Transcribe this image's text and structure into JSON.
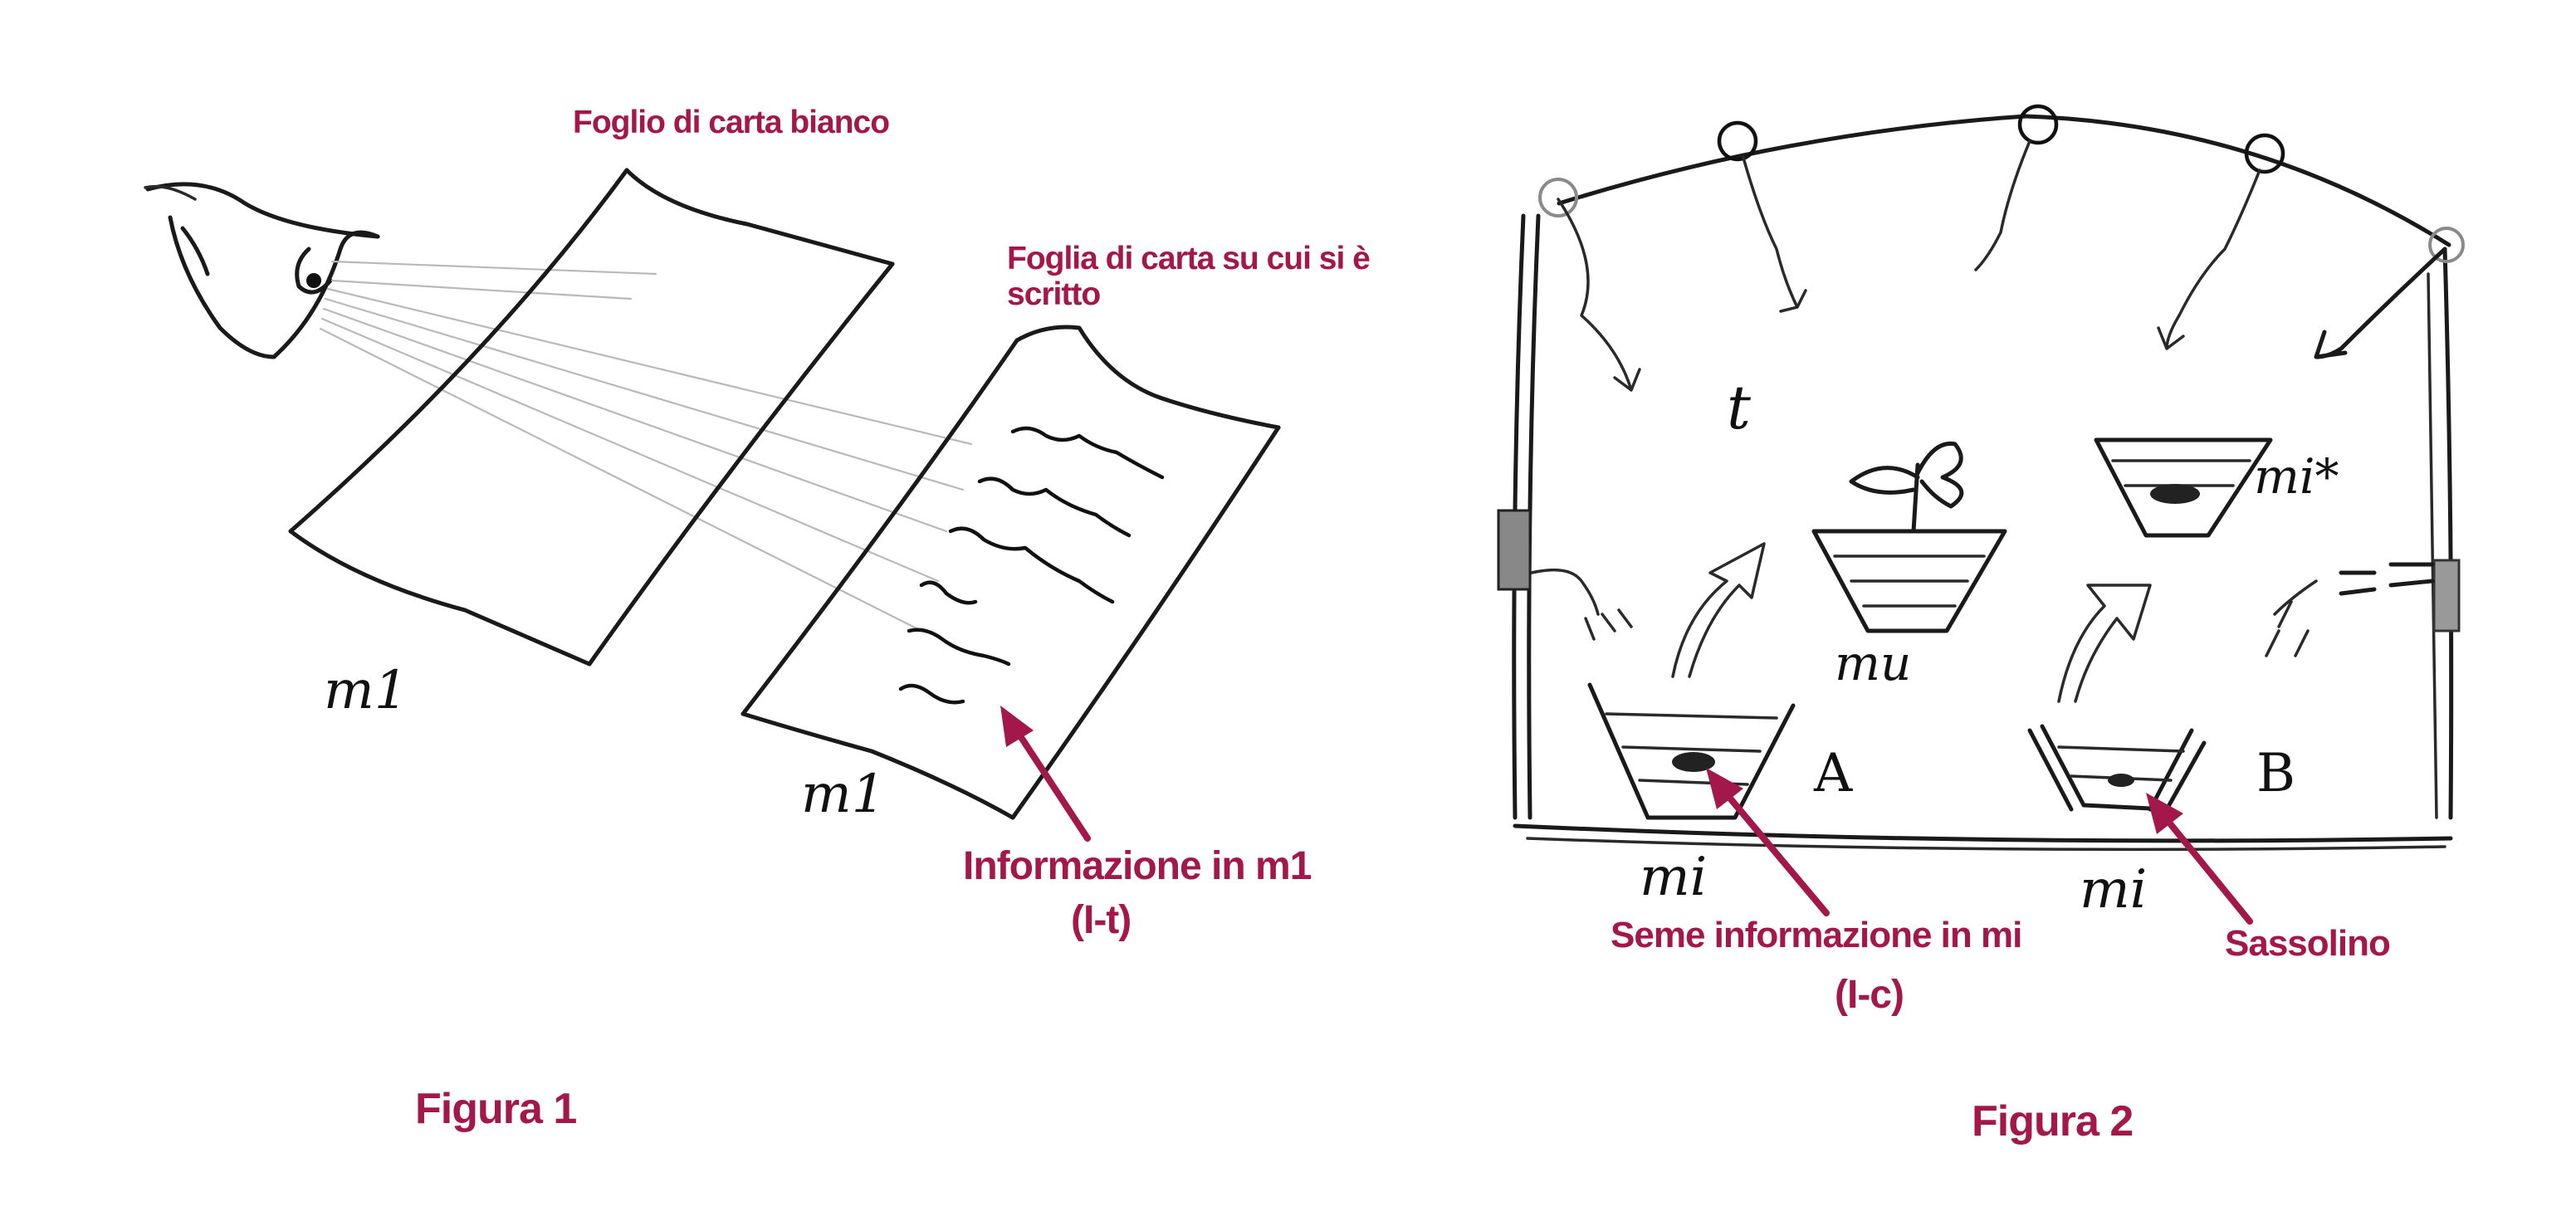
{
  "figure1": {
    "caption": "Figura 1",
    "label_blank_sheet": "Foglio di carta bianco",
    "label_written_sheet_line1": "Foglia di carta  su cui si è",
    "label_written_sheet_line2": "scritto",
    "label_info_line1": "Informazione in m1",
    "label_info_line2": "(I-t)",
    "hand_blank": "m1",
    "hand_written": "m1"
  },
  "figure2": {
    "caption": "Figura 2",
    "label_seed_line1": "Seme informazione in mi",
    "label_seed_line2": "(I-c)",
    "label_pebble": "Sassolino",
    "hand_t": "t",
    "hand_mu": "mu",
    "hand_mi_star": "mi*",
    "hand_A": "A",
    "hand_B": "B",
    "hand_mi_a": "mi",
    "hand_mi_b": "mi"
  },
  "colors": {
    "annotation": "#a3174a",
    "ink": "#111111",
    "light_rays": "#b9b9b9"
  }
}
